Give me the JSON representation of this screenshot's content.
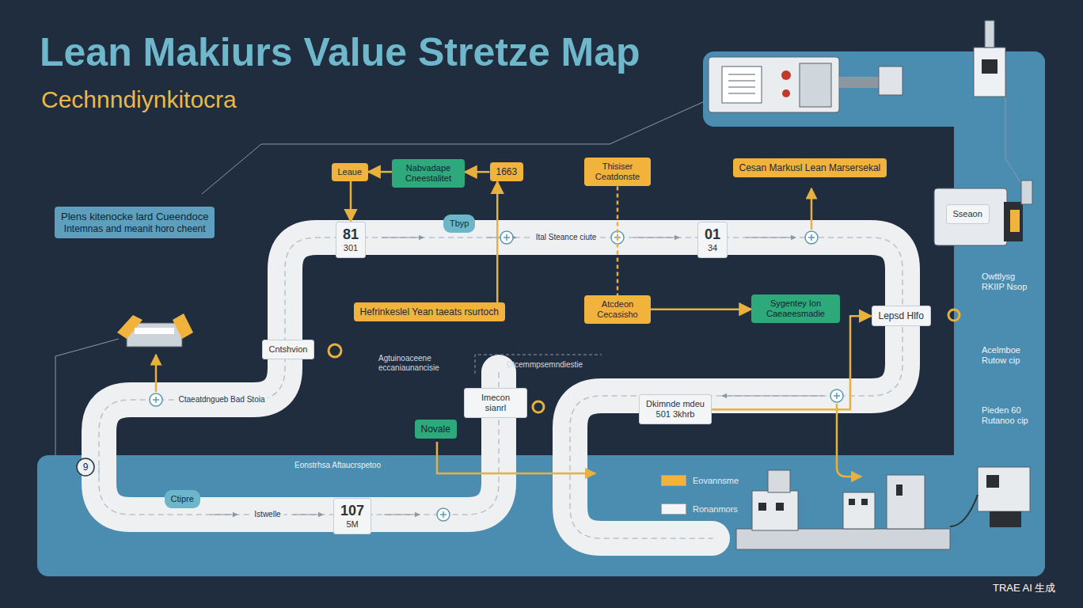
{
  "diagram": {
    "title": "Lean Makiurs Value Stretze Map",
    "nodes": [
      {
        "text": [
          "Plens kitenocke lard Cueendoce",
          "Intemnas and meanit horo cheent"
        ]
      },
      {
        "text": [
          "Leaue"
        ]
      },
      {
        "text": [
          "Nabvadape Cneestalitet"
        ]
      },
      {
        "text": [
          "1663"
        ]
      },
      {
        "text": [
          "81",
          "301"
        ]
      },
      {
        "text": [
          "Tbyp"
        ]
      },
      {
        "text": [
          "Thisiser Ceatdonste"
        ]
      },
      {
        "text": [
          "Cesan Markusl Lean Marsersekal"
        ]
      },
      {
        "text": [
          "01",
          "34"
        ]
      },
      {
        "text": [
          "Hefrinkeslel Yean taeats rsurtoch"
        ]
      },
      {
        "text": [
          "Atcdeon Cecasisho"
        ]
      },
      {
        "text": [
          "Sygentey Ion Caeaeesmadie"
        ]
      },
      {
        "text": [
          "Lepsd Hlfo"
        ]
      },
      {
        "text": [
          "Cntshvion"
        ]
      },
      {
        "text": [
          "Imecon sianrl"
        ]
      },
      {
        "text": [
          "Novale"
        ]
      },
      {
        "text": [
          "Dkimnde mdeu",
          "501 3khrb"
        ]
      },
      {
        "text": [
          "Ctipre"
        ]
      },
      {
        "text": [
          "107",
          "5M"
        ]
      },
      {
        "text": [
          "Sseaon"
        ]
      }
    ],
    "edges": [
      {
        "from": 1,
        "to": 4,
        "arrow": "to"
      },
      {
        "from": 2,
        "to": 1,
        "arrow": "to"
      },
      {
        "from": 3,
        "to": 2,
        "arrow": "to"
      },
      {
        "from": 9,
        "to": 3,
        "arrow": "to"
      },
      {
        "from": 6,
        "to": 10,
        "arrow": "none"
      },
      {
        "from": 10,
        "to": 11,
        "arrow": "to"
      },
      {
        "from": 16,
        "to": 12,
        "arrow": "to"
      }
    ],
    "labels": [
      "Cechnndiynkitocra",
      "Ital Steance ciute",
      "Agtuinoaceene eccaniaunancisie",
      "Dtcemmpsemndiestie",
      "Ctaeatdngueb Bad Stoia",
      "Istwelle",
      "Eonstrhsa Aftaucrspetoo",
      "Owttlysg RKIIP Nsop",
      "Acelmboe Rutow cip",
      "Pieden 60 Rutanoo cip",
      "9",
      "TRAE AI 生成"
    ],
    "legend": [
      {
        "text": "Eovannsme",
        "color": "#f2b33d"
      },
      {
        "text": "Ronanmors",
        "color": "#f3f5f7"
      }
    ]
  }
}
